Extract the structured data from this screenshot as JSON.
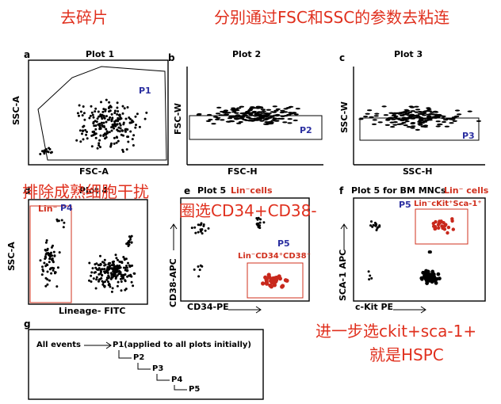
{
  "annotations": {
    "top_left": "去碎片",
    "top_right": "分别通过FSC和SSC的参数去粘连",
    "mid_left": "排除成熟细胞干扰",
    "mid_center": "圈选CD34+CD38-",
    "bottom_right_line1": "进一步选ckit+sca-1+",
    "bottom_right_line2": "就是HSPC"
  },
  "panels": {
    "a": {
      "letter": "a",
      "title": "Plot 1",
      "xlabel": "FSC-A",
      "ylabel": "SSC-A",
      "gate": "P1"
    },
    "b": {
      "letter": "b",
      "title": "Plot 2",
      "xlabel": "FSC-H",
      "ylabel": "FSC-W",
      "gate": "P2"
    },
    "c": {
      "letter": "c",
      "title": "Plot 3",
      "xlabel": "SSC-H",
      "ylabel": "SSC-W",
      "gate": "P3"
    },
    "d": {
      "letter": "d",
      "title": "Plot 4",
      "xlabel": "Lineage- FITC",
      "ylabel": "SSC-A",
      "gate": "P4",
      "gate_red": "Lin⁻"
    },
    "e": {
      "letter": "e",
      "title": "Plot 5",
      "title_red": "Lin⁻cells",
      "xlabel": "CD34-PE",
      "ylabel": "CD38-APC",
      "gate": "P5",
      "gate_red": "Lin⁻CD34⁺CD38⁻"
    },
    "f": {
      "letter": "f",
      "title": "Plot 5 for BM MNCs",
      "title_red": "Lin⁻ cells",
      "xlabel": "c-Kit PE",
      "ylabel": "SCA-1 APC",
      "gate": "P5",
      "gate_red": "Lin⁻cKit⁺Sca-1⁺"
    },
    "g": {
      "letter": "g",
      "root": "All events",
      "p1": "P1(applied to all plots initially)",
      "p2": "P2",
      "p3": "P3",
      "p4": "P4",
      "p5": "P5"
    }
  },
  "colors": {
    "annotation_red": "#e0301e",
    "gate_blue": "#2b2fa0",
    "dot_red": "#c8281c"
  }
}
